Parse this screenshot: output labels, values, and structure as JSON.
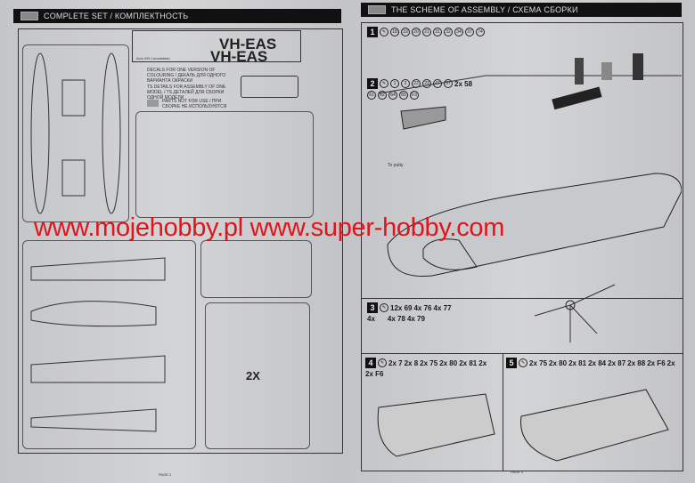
{
  "left_page": {
    "header": "COMPLETE SET / КОМПЛЕКТНОСТЬ",
    "registration_1": "VH-EAS",
    "registration_2": "VH-EAS",
    "decal_title": "Avro 691 Lancastrian",
    "decal_note": "DECALS FOR ONE VERSION OF COLOURING / ДЕКАЛЬ ДЛЯ ОДНОГО ВАРИАНТА ОКРАСКИ",
    "details_note": "TS DETAILS FOR ASSEMBLY OF ONE MODEL / TS ДЕТАЛЕЙ ДЛЯ СБОРКИ ОДНОЙ МОДЕЛИ",
    "parts_note": "PARTS NOT FOR USE / ПРИ СБОРКЕ НЕ ИСПОЛЬЗУЮТСЯ",
    "sprue_mult": "2X",
    "page_label": "PAGE 2"
  },
  "right_page": {
    "header": "THE SCHEME OF ASSEMBLY / СХЕМА СБОРКИ",
    "page_label": "PAGE 3",
    "to_putty": "To putty",
    "steps": [
      {
        "n": "1",
        "parts": [
          "18",
          "19",
          "20",
          "21",
          "31",
          "32",
          "34",
          "37",
          "74"
        ]
      },
      {
        "n": "2",
        "parts": [
          "1",
          "2",
          "22",
          "23",
          "47",
          "57",
          "2x 58",
          "61",
          "62",
          "64",
          "65",
          "F3"
        ]
      },
      {
        "n": "3",
        "parts": [
          "12x 69",
          "4x 76",
          "4x 77",
          "4x",
          "4x 78",
          "4x 79"
        ]
      },
      {
        "n": "4",
        "parts": [
          "2x 7",
          "2x 8",
          "2x 75",
          "2x 80",
          "2x 81",
          "2x",
          "2x F6"
        ]
      },
      {
        "n": "5",
        "parts": [
          "2x 75",
          "2x 80",
          "2x 81",
          "2x 84",
          "2x 87",
          "2x 88",
          "2x F6",
          "2x"
        ]
      }
    ]
  },
  "watermark": "www.mojehobby.pl www.super-hobby.com"
}
